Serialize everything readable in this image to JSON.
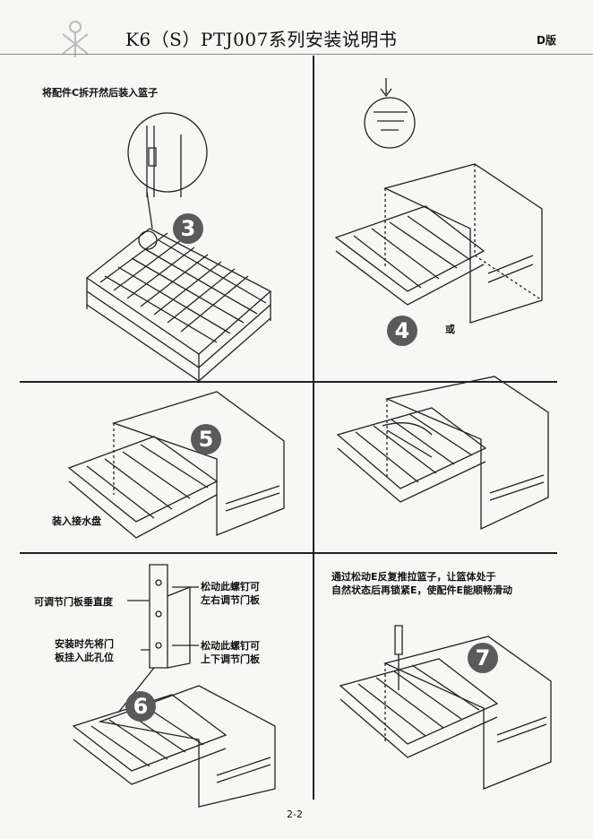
{
  "header": {
    "title": "K6（S）PTJ007系列安装说明书",
    "version": "D版"
  },
  "steps": {
    "s3": {
      "number": "3",
      "caption": "将配件C拆开然后装入篮子"
    },
    "s4": {
      "number": "4",
      "or_label": "或"
    },
    "s5": {
      "number": "5",
      "caption": "装入接水盘"
    },
    "s6": {
      "number": "6",
      "callout_door_vertical": "可调节门板垂直度",
      "callout_hang_line1": "安装时先将门",
      "callout_hang_line2": "板挂入此孔位",
      "callout_loosen_lr_line1": "松动此螺钉可",
      "callout_loosen_lr_line2": "左右调节门板",
      "callout_loosen_ud_line1": "松动此螺钉可",
      "callout_loosen_ud_line2": "上下调节门板"
    },
    "s7": {
      "number": "7",
      "caption_line1": "通过松动E反复推拉篮子，让篮体处于",
      "caption_line2": "自然状态后再锁紧E，使配件E能顺畅滑动"
    }
  },
  "footer": {
    "page_number": "2-2"
  }
}
